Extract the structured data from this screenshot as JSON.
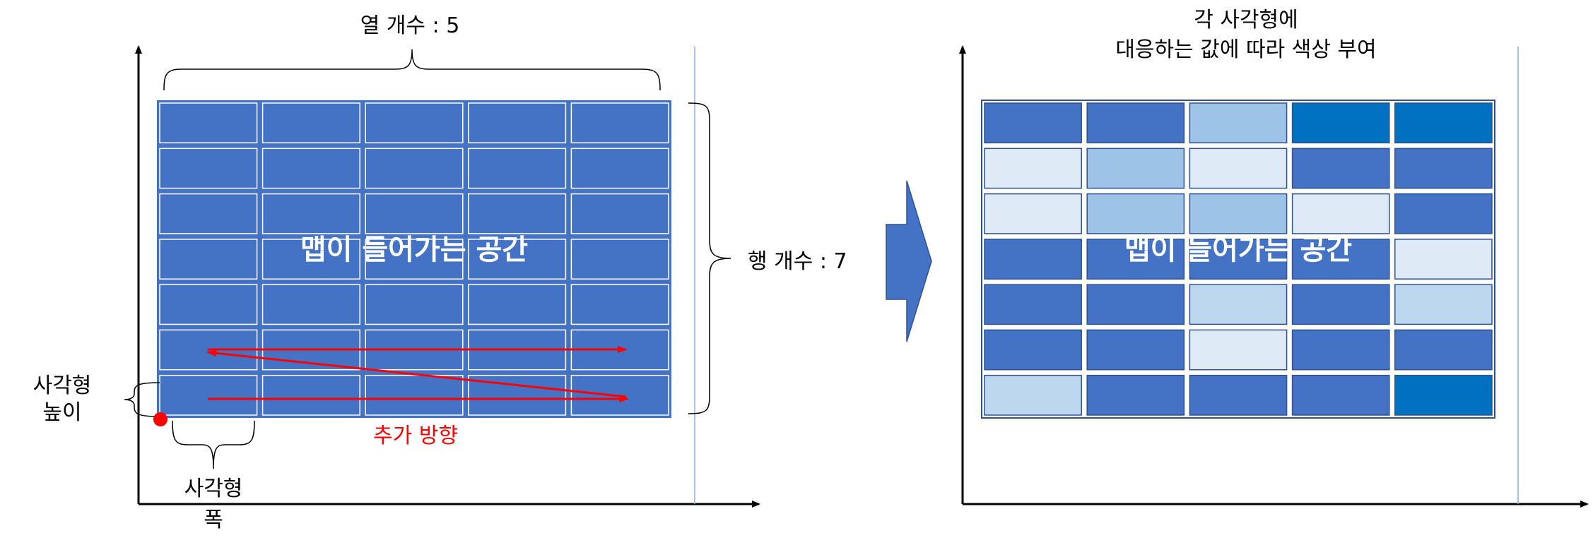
{
  "left_panel": {
    "columns_label": "열 개수 : 5",
    "rows_label": "행 개수 : 7",
    "center_label": "맵이 들어가는 공간",
    "rect_height_label_line1": "사각형",
    "rect_height_label_line2": "높이",
    "rect_width_label_line1": "사각형",
    "rect_width_label_line2": "폭",
    "direction_label": "추가 방향",
    "columns": 5,
    "rows": 7,
    "cell_color": "#4472C4",
    "arrow_color": "#FF0000"
  },
  "right_panel": {
    "title_line1": "각 사각형에",
    "title_line2": "대응하는 값에 따라 색상 부여",
    "center_label": "맵이 들어가는 공간",
    "cell_colors": [
      [
        "#4472C4",
        "#4472C4",
        "#9DC3E6",
        "#0070C0",
        "#0070C0"
      ],
      [
        "#DEEBF7",
        "#9DC3E6",
        "#DEEBF7",
        "#4472C4",
        "#4472C4"
      ],
      [
        "#DEEBF7",
        "#9DC3E6",
        "#9DC3E6",
        "#DEEBF7",
        "#4472C4"
      ],
      [
        "#4472C4",
        "#4472C4",
        "#4472C4",
        "#4472C4",
        "#DEEBF7"
      ],
      [
        "#4472C4",
        "#4472C4",
        "#BDD7EE",
        "#4472C4",
        "#BDD7EE"
      ],
      [
        "#4472C4",
        "#4472C4",
        "#DEEBF7",
        "#4472C4",
        "#4472C4"
      ],
      [
        "#BDD7EE",
        "#4472C4",
        "#4472C4",
        "#4472C4",
        "#0070C0"
      ]
    ]
  },
  "transition_arrow_color": "#4472C4"
}
